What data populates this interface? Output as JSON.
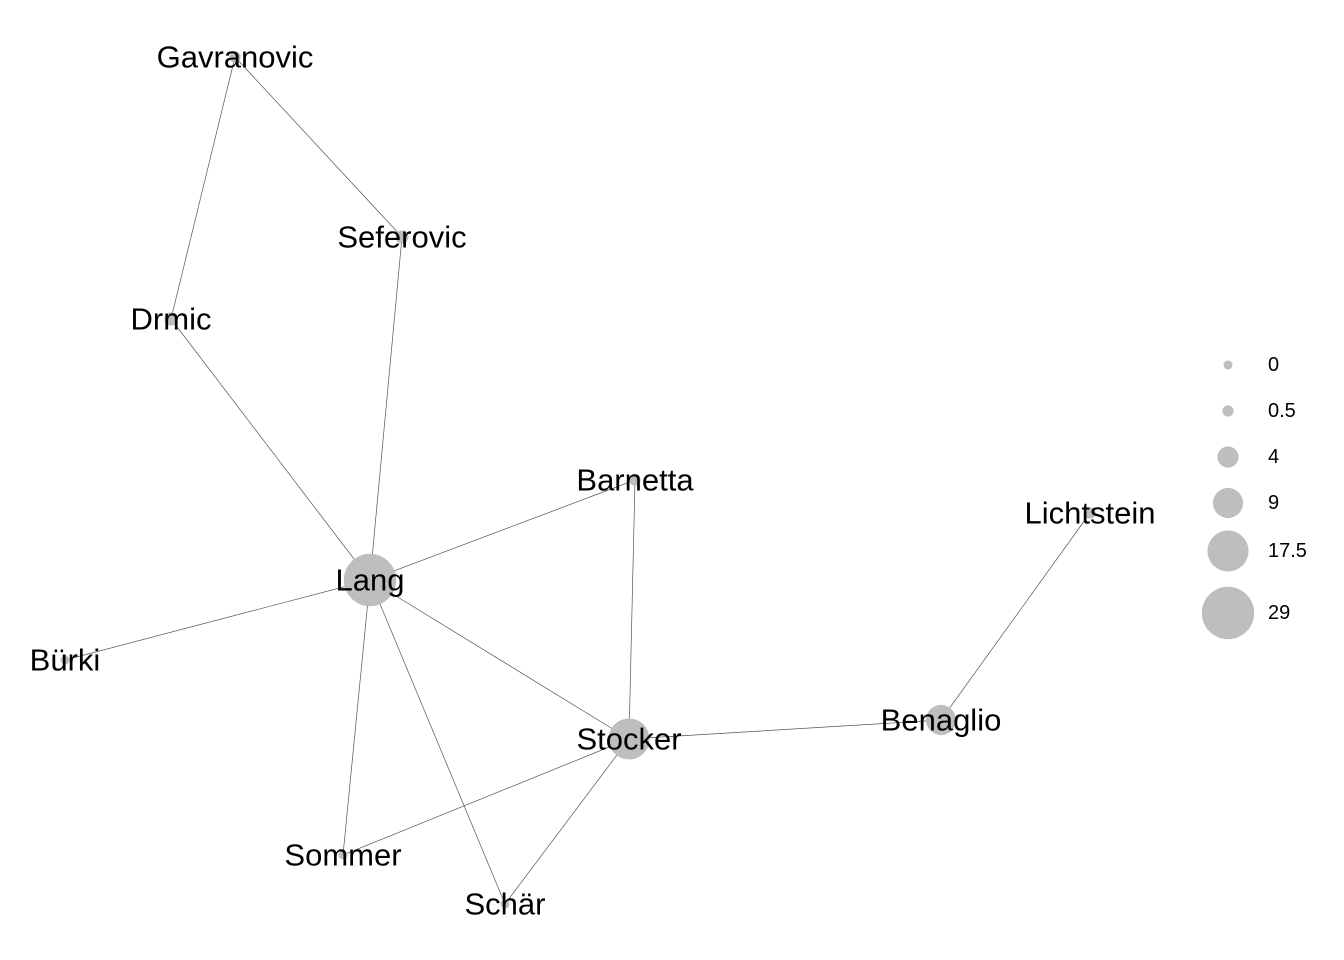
{
  "colors": {
    "node": "#bebebe",
    "edge": "#555555",
    "label": "#000000",
    "background": "#ffffff"
  },
  "network": {
    "nodes": [
      {
        "id": "Gavranovic",
        "label": "Gavranovic",
        "size": 0.5
      },
      {
        "id": "Seferovic",
        "label": "Seferovic",
        "size": 1
      },
      {
        "id": "Drmic",
        "label": "Drmic",
        "size": 1
      },
      {
        "id": "Barnetta",
        "label": "Barnetta",
        "size": 0.5
      },
      {
        "id": "Lichtstein",
        "label": "Lichtstein",
        "size": 0.5
      },
      {
        "id": "Lang",
        "label": "Lang",
        "size": 29
      },
      {
        "id": "Bürki",
        "label": "Bürki",
        "size": 0
      },
      {
        "id": "Benaglio",
        "label": "Benaglio",
        "size": 9
      },
      {
        "id": "Stocker",
        "label": "Stocker",
        "size": 17.5
      },
      {
        "id": "Sommer",
        "label": "Sommer",
        "size": 0
      },
      {
        "id": "Schär",
        "label": "Schär",
        "size": 0
      }
    ],
    "edges": [
      [
        "Gavranovic",
        "Seferovic"
      ],
      [
        "Gavranovic",
        "Drmic"
      ],
      [
        "Seferovic",
        "Lang"
      ],
      [
        "Drmic",
        "Lang"
      ],
      [
        "Barnetta",
        "Lang"
      ],
      [
        "Barnetta",
        "Stocker"
      ],
      [
        "Lang",
        "Bürki"
      ],
      [
        "Lang",
        "Stocker"
      ],
      [
        "Lang",
        "Sommer"
      ],
      [
        "Lang",
        "Schär"
      ],
      [
        "Stocker",
        "Sommer"
      ],
      [
        "Stocker",
        "Schär"
      ],
      [
        "Stocker",
        "Benaglio"
      ],
      [
        "Benaglio",
        "Lichtstein"
      ]
    ]
  },
  "legend": {
    "entries": [
      {
        "label": "0",
        "value": 0
      },
      {
        "label": "0.5",
        "value": 0.5
      },
      {
        "label": "4",
        "value": 4
      },
      {
        "label": "9",
        "value": 9
      },
      {
        "label": "17.5",
        "value": 17.5
      },
      {
        "label": "29",
        "value": 29
      }
    ]
  }
}
